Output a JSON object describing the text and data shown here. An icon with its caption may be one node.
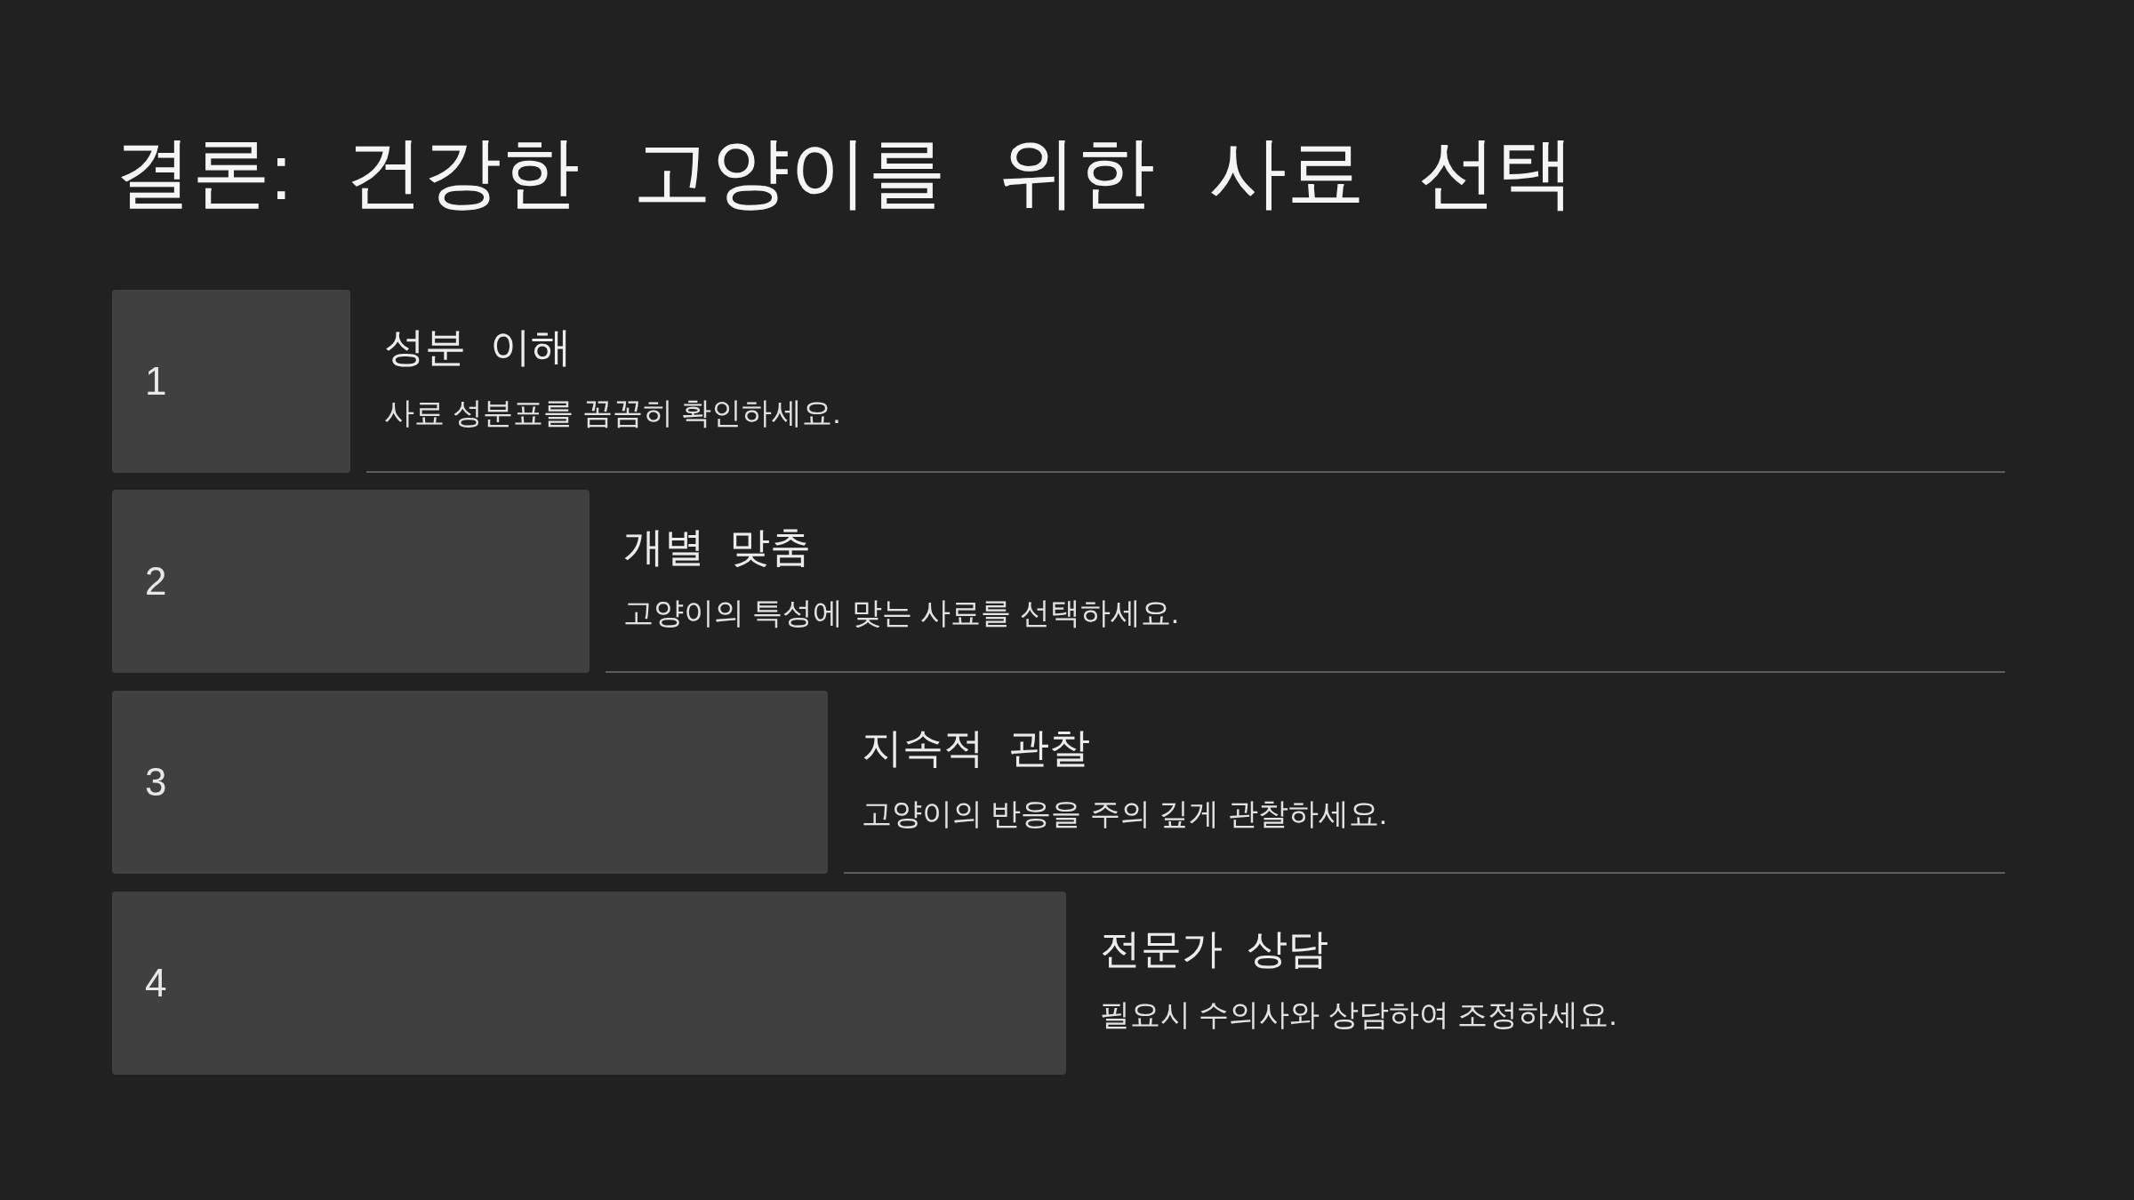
{
  "diagram": {
    "title": "결론: 건강한 고양이를 위한 사료 선택",
    "nodes": [
      {
        "text": [
          "1"
        ],
        "beside": [
          "성분 이해",
          "사료 성분표를 꼼꼼히 확인하세요."
        ]
      },
      {
        "text": [
          "2"
        ],
        "beside": [
          "개별 맞춤",
          "고양이의 특성에 맞는 사료를 선택하세요."
        ]
      },
      {
        "text": [
          "3"
        ],
        "beside": [
          "지속적 관찰",
          "고양이의 반응을 주의 깊게 관찰하세요."
        ]
      },
      {
        "text": [
          "4"
        ],
        "beside": [
          "전문가 상담",
          "필요시 수의사와 상담하여 조정하세요."
        ]
      }
    ]
  }
}
